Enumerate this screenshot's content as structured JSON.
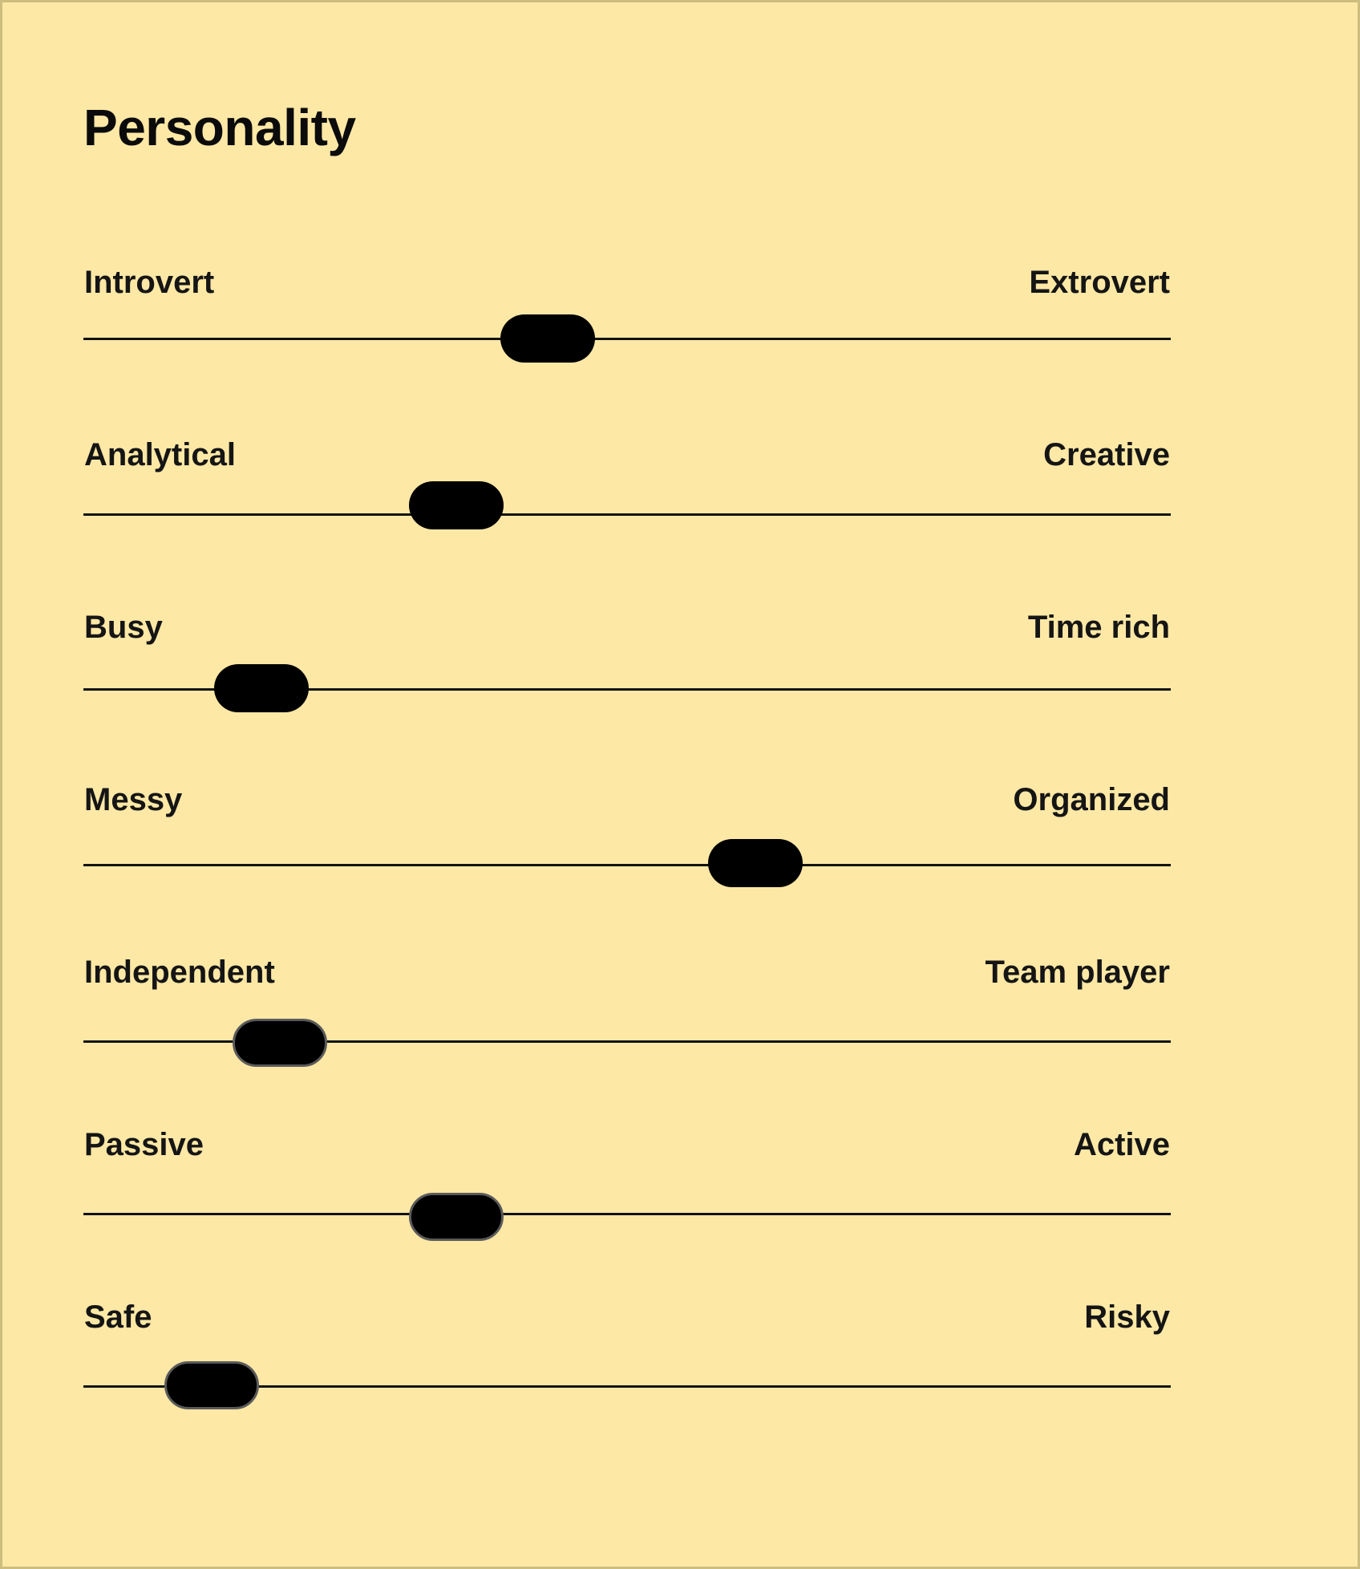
{
  "title": "Personality",
  "sliders": [
    {
      "left_label": "Introvert",
      "right_label": "Extrovert",
      "value": 0.427
    },
    {
      "left_label": "Analytical",
      "right_label": "Creative",
      "value": 0.343
    },
    {
      "left_label": "Busy",
      "right_label": "Time rich",
      "value": 0.164
    },
    {
      "left_label": "Messy",
      "right_label": "Organized",
      "value": 0.618
    },
    {
      "left_label": "Independent",
      "right_label": "Team player",
      "value": 0.181
    },
    {
      "left_label": "Passive",
      "right_label": "Active",
      "value": 0.343
    },
    {
      "left_label": "Safe",
      "right_label": "Risky",
      "value": 0.118
    }
  ]
}
